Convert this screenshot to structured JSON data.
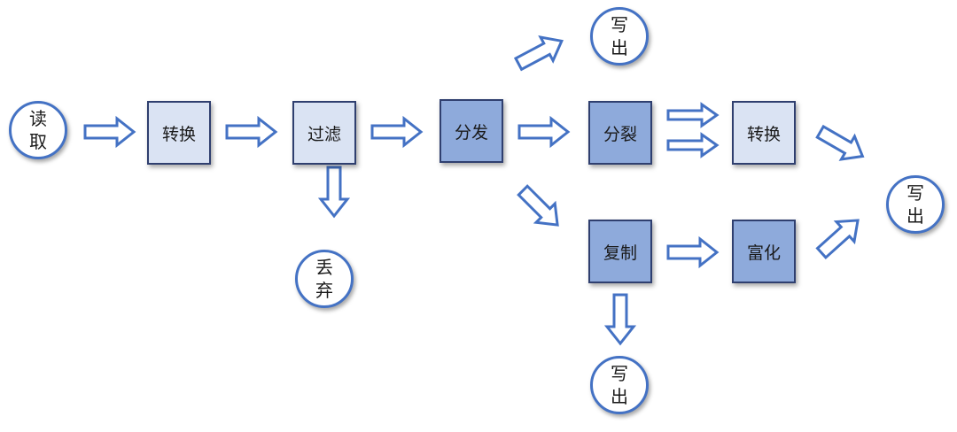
{
  "diagram": {
    "nodes": {
      "read": "读取",
      "transform1": "转换",
      "filter": "过滤",
      "discard": "丢弃",
      "dispatch": "分发",
      "write_top": "写出",
      "split": "分裂",
      "transform2": "转换",
      "replicate": "复制",
      "enrich": "富化",
      "write_bottom": "写出",
      "write_right": "写出"
    }
  }
}
